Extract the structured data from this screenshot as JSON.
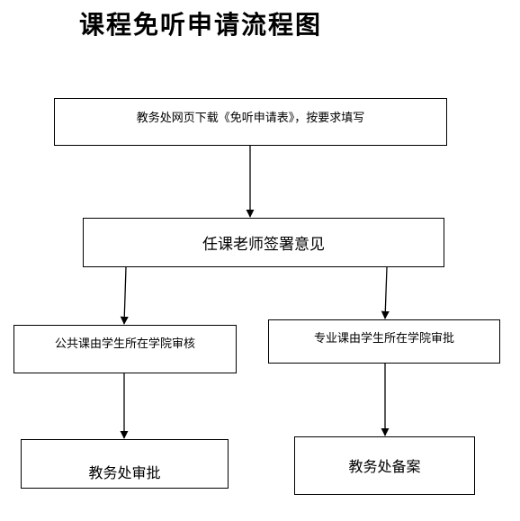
{
  "title": "课程免听申请流程图",
  "steps": {
    "download_form": "教务处网页下载《免听申请表》，按要求填写",
    "teacher_sign": "任课老师签署意见",
    "public_course_review": "公共课由学生所在学院审核",
    "major_course_approval": "专业课由学生所在学院审批",
    "academic_office_approval": "教务处审批",
    "academic_office_filing": "教务处备案"
  }
}
